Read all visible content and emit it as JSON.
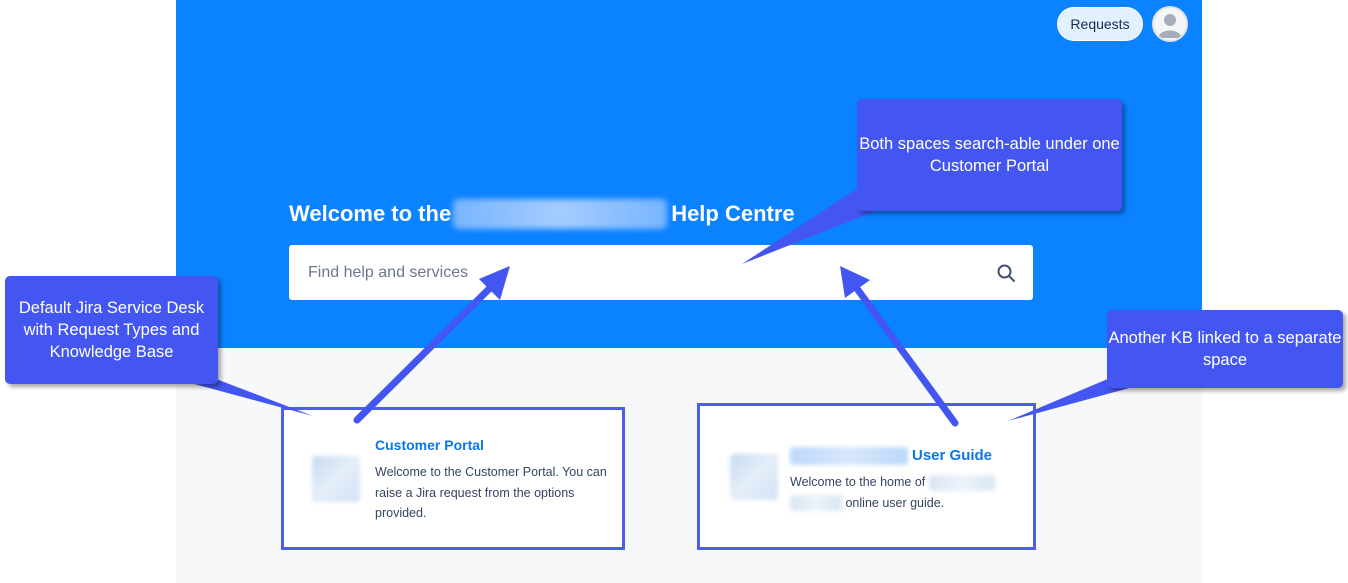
{
  "header": {
    "requests_label": "Requests",
    "avatar_icon": "user-avatar-icon"
  },
  "hero": {
    "welcome_prefix": "Welcome to the",
    "welcome_suffix": "Help Centre",
    "background": "#0b82ff"
  },
  "search": {
    "placeholder": "Find help and services",
    "icon": "search-icon"
  },
  "cards": [
    {
      "title": "Customer Portal",
      "description": "Welcome to the Customer Portal. You can raise a Jira request from the options provided."
    },
    {
      "title": "User Guide",
      "description_prefix": "Welcome to the home of",
      "description_suffix": "online user guide."
    }
  ],
  "callouts": {
    "top": "Both spaces search-able under one Customer Portal",
    "left": "Default Jira Service Desk with Request Types and Knowledge Base",
    "right": "Another KB linked to a separate space",
    "color": "#4356f1"
  }
}
